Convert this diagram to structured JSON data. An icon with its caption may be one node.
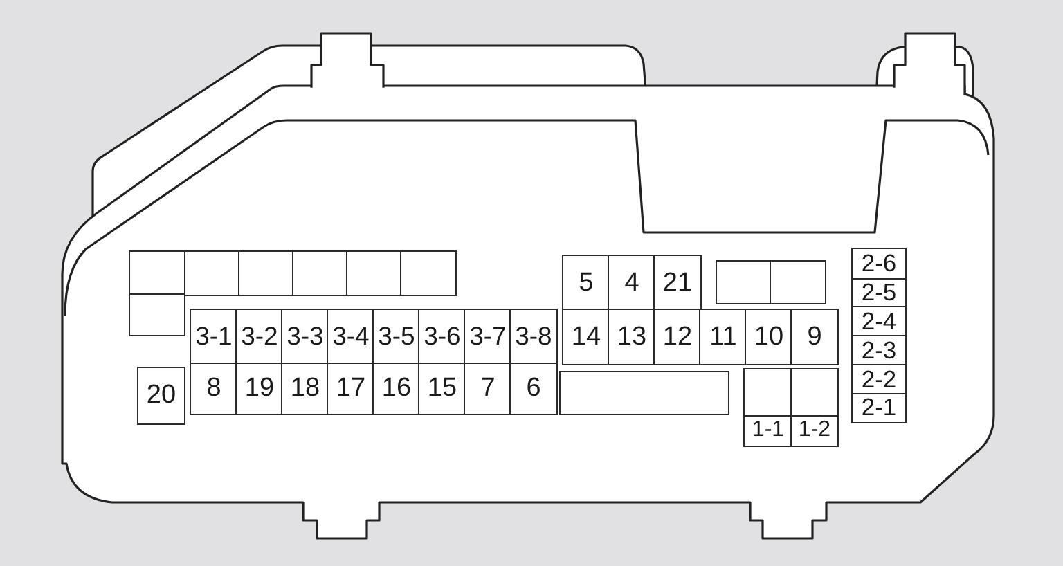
{
  "diagram": {
    "nodes": [
      {
        "text": [],
        "shape": "box"
      },
      {
        "text": [],
        "shape": "box"
      },
      {
        "text": [],
        "shape": "box"
      },
      {
        "text": [],
        "shape": "box"
      },
      {
        "text": [],
        "shape": "box"
      },
      {
        "text": [],
        "shape": "box"
      },
      {
        "text": [],
        "shape": "box"
      },
      {
        "text": [
          "5"
        ]
      },
      {
        "text": [
          "4"
        ]
      },
      {
        "text": [
          "21"
        ]
      },
      {
        "text": [],
        "shape": "box"
      },
      {
        "text": [],
        "shape": "box"
      },
      {
        "text": [
          "2-6"
        ]
      },
      {
        "text": [
          "2-5"
        ]
      },
      {
        "text": [
          "3-1"
        ]
      },
      {
        "text": [
          "3-2"
        ]
      },
      {
        "text": [
          "3-3"
        ]
      },
      {
        "text": [
          "3-4"
        ]
      },
      {
        "text": [
          "3-5"
        ]
      },
      {
        "text": [
          "3-6"
        ]
      },
      {
        "text": [
          "3-7"
        ]
      },
      {
        "text": [
          "3-8"
        ]
      },
      {
        "text": [
          "14"
        ]
      },
      {
        "text": [
          "13"
        ]
      },
      {
        "text": [
          "12"
        ]
      },
      {
        "text": [
          "11"
        ]
      },
      {
        "text": [
          "10"
        ]
      },
      {
        "text": [
          "9"
        ]
      },
      {
        "text": [
          "2-4"
        ]
      },
      {
        "text": [
          "2-3"
        ]
      },
      {
        "text": [
          "20"
        ]
      },
      {
        "text": [
          "8"
        ]
      },
      {
        "text": [
          "19"
        ]
      },
      {
        "text": [
          "18"
        ]
      },
      {
        "text": [
          "17"
        ]
      },
      {
        "text": [
          "16"
        ]
      },
      {
        "text": [
          "15"
        ]
      },
      {
        "text": [
          "7"
        ]
      },
      {
        "text": [
          "6"
        ]
      },
      {
        "text": [],
        "shape": "box"
      },
      {
        "text": [],
        "shape": "box"
      },
      {
        "text": [],
        "shape": "box"
      },
      {
        "text": [
          "2-2"
        ]
      },
      {
        "text": [
          "2-1"
        ]
      },
      {
        "text": [
          "1-1"
        ]
      },
      {
        "text": [
          "1-2"
        ]
      }
    ]
  }
}
